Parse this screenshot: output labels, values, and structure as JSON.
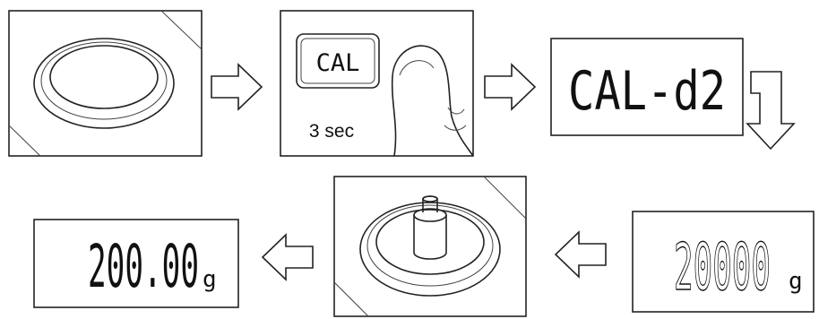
{
  "steps": {
    "step1": {
      "caption": ""
    },
    "step2": {
      "key_label": "CAL",
      "hold_text": "3 sec"
    },
    "step3": {
      "display_text": "CAL-d2"
    },
    "step4": {
      "display_value": "20000",
      "unit": "g"
    },
    "step5": {
      "weight_mark": ""
    },
    "step6": {
      "display_value": "200.00",
      "unit": "g"
    }
  },
  "colors": {
    "line": "#222222",
    "background": "#ffffff",
    "lcd_text": "#111111"
  }
}
